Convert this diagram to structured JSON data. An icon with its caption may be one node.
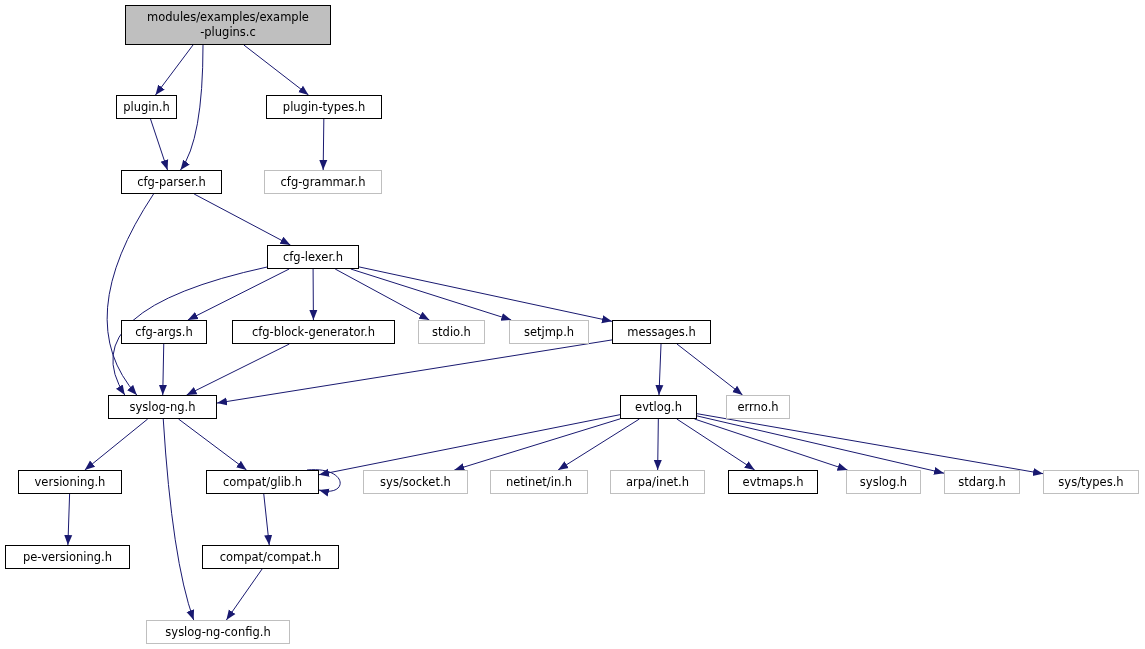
{
  "diagram": {
    "nodes": [
      {
        "text": [
          "modules/examples/example -plugins.c"
        ]
      },
      {
        "text": [
          "plugin.h"
        ]
      },
      {
        "text": [
          "plugin-types.h"
        ]
      },
      {
        "text": [
          "cfg-parser.h"
        ]
      },
      {
        "text": [
          "cfg-grammar.h"
        ]
      },
      {
        "text": [
          "cfg-lexer.h"
        ]
      },
      {
        "text": [
          "cfg-args.h"
        ]
      },
      {
        "text": [
          "cfg-block-generator.h"
        ]
      },
      {
        "text": [
          "stdio.h"
        ]
      },
      {
        "text": [
          "setjmp.h"
        ]
      },
      {
        "text": [
          "messages.h"
        ]
      },
      {
        "text": [
          "syslog-ng.h"
        ]
      },
      {
        "text": [
          "evtlog.h"
        ]
      },
      {
        "text": [
          "errno.h"
        ]
      },
      {
        "text": [
          "versioning.h"
        ]
      },
      {
        "text": [
          "compat/glib.h"
        ]
      },
      {
        "text": [
          "sys/socket.h"
        ]
      },
      {
        "text": [
          "netinet/in.h"
        ]
      },
      {
        "text": [
          "arpa/inet.h"
        ]
      },
      {
        "text": [
          "evtmaps.h"
        ]
      },
      {
        "text": [
          "syslog.h"
        ]
      },
      {
        "text": [
          "stdarg.h"
        ]
      },
      {
        "text": [
          "sys/types.h"
        ]
      },
      {
        "text": [
          "pe-versioning.h"
        ]
      },
      {
        "text": [
          "compat/compat.h"
        ]
      },
      {
        "text": [
          "syslog-ng-config.h"
        ]
      }
    ],
    "edges": [
      {
        "from": 0,
        "to": 1,
        "arrow": "to"
      },
      {
        "from": 0,
        "to": 3,
        "arrow": "to"
      },
      {
        "from": 0,
        "to": 2,
        "arrow": "to"
      },
      {
        "from": 1,
        "to": 3,
        "arrow": "to"
      },
      {
        "from": 2,
        "to": 4,
        "arrow": "to"
      },
      {
        "from": 3,
        "to": 5,
        "arrow": "to"
      },
      {
        "from": 3,
        "to": 11,
        "arrow": "to"
      },
      {
        "from": 5,
        "to": 11,
        "arrow": "to"
      },
      {
        "from": 5,
        "to": 6,
        "arrow": "to"
      },
      {
        "from": 5,
        "to": 7,
        "arrow": "to"
      },
      {
        "from": 5,
        "to": 8,
        "arrow": "to"
      },
      {
        "from": 5,
        "to": 9,
        "arrow": "to"
      },
      {
        "from": 5,
        "to": 10,
        "arrow": "to"
      },
      {
        "from": 6,
        "to": 11,
        "arrow": "to"
      },
      {
        "from": 7,
        "to": 11,
        "arrow": "to"
      },
      {
        "from": 10,
        "to": 11,
        "arrow": "to"
      },
      {
        "from": 10,
        "to": 12,
        "arrow": "to"
      },
      {
        "from": 10,
        "to": 13,
        "arrow": "to"
      },
      {
        "from": 11,
        "to": 14,
        "arrow": "to"
      },
      {
        "from": 11,
        "to": 15,
        "arrow": "to"
      },
      {
        "from": 11,
        "to": 25,
        "arrow": "to"
      },
      {
        "from": 12,
        "to": 15,
        "arrow": "to"
      },
      {
        "from": 12,
        "to": 16,
        "arrow": "to"
      },
      {
        "from": 12,
        "to": 17,
        "arrow": "to"
      },
      {
        "from": 12,
        "to": 18,
        "arrow": "to"
      },
      {
        "from": 12,
        "to": 19,
        "arrow": "to"
      },
      {
        "from": 12,
        "to": 20,
        "arrow": "to"
      },
      {
        "from": 12,
        "to": 21,
        "arrow": "to"
      },
      {
        "from": 12,
        "to": 22,
        "arrow": "to"
      },
      {
        "from": 15,
        "to": 15,
        "arrow": "to"
      },
      {
        "from": 15,
        "to": 24,
        "arrow": "to"
      },
      {
        "from": 14,
        "to": 23,
        "arrow": "to"
      },
      {
        "from": 24,
        "to": 25,
        "arrow": "to"
      }
    ]
  }
}
